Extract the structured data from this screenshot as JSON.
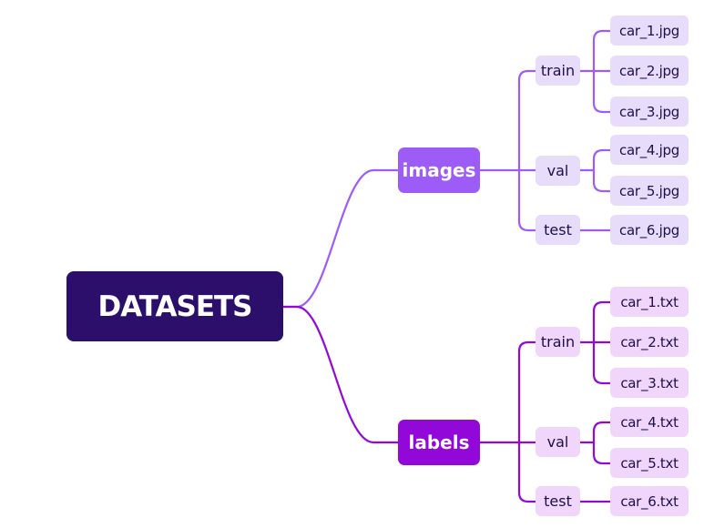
{
  "root": {
    "label": "DATASETS"
  },
  "branches": [
    {
      "label": "images",
      "color": "#9d5cf7",
      "splits": [
        {
          "label": "train",
          "files": [
            "car_1.jpg",
            "car_2.jpg",
            "car_3.jpg"
          ]
        },
        {
          "label": "val",
          "files": [
            "car_4.jpg",
            "car_5.jpg"
          ]
        },
        {
          "label": "test",
          "files": [
            "car_6.jpg"
          ]
        }
      ]
    },
    {
      "label": "labels",
      "color": "#9208d8",
      "splits": [
        {
          "label": "train",
          "files": [
            "car_1.txt",
            "car_2.txt",
            "car_3.txt"
          ]
        },
        {
          "label": "val",
          "files": [
            "car_4.txt",
            "car_5.txt"
          ]
        },
        {
          "label": "test",
          "files": [
            "car_6.txt"
          ]
        }
      ]
    }
  ]
}
